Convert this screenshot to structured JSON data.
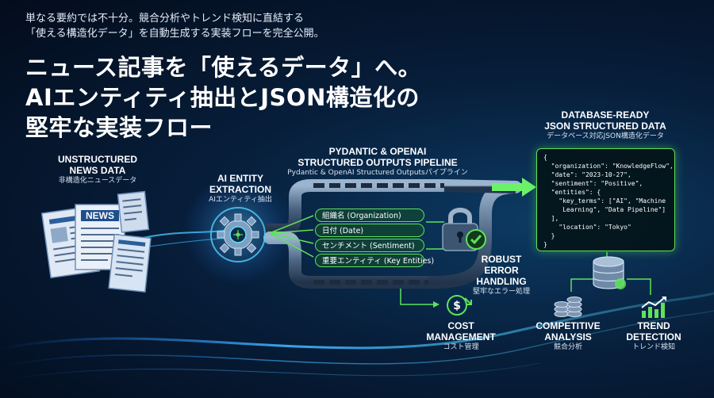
{
  "header": {
    "subtitle_line1": "単なる要約では不十分。競合分析やトレンド検知に直結する",
    "subtitle_line2": "「使える構造化データ」を自動生成する実装フローを完全公開。",
    "title_line1": "ニュース記事を「使えるデータ」へ。",
    "title_line2": "AIエンティティ抽出とJSON構造化の",
    "title_line3": "堅牢な実装フロー"
  },
  "stages": {
    "unstructured": {
      "en_line1": "UNSTRUCTURED",
      "en_line2": "NEWS DATA",
      "jp": "非構造化ニュースデータ",
      "paper_label": "NEWS"
    },
    "extraction": {
      "en_line1": "AI ENTITY",
      "en_line2": "EXTRACTION",
      "jp": "AIエンティティ抽出"
    },
    "pipeline": {
      "en_line1": "PYDANTIC & OPENAI",
      "en_line2": "STRUCTURED OUTPUTS PIPELINE",
      "jp": "Pydantic & OpenAI Structured Outputsパイプライン"
    },
    "output": {
      "en_line1": "DATABASE-READY",
      "en_line2": "JSON STRUCTURED DATA",
      "jp": "データベース対応JSON構造化データ"
    },
    "error": {
      "en_line1": "ROBUST",
      "en_line2": "ERROR",
      "en_line3": "HANDLING",
      "jp": "堅牢なエラー処理"
    },
    "cost": {
      "en_line1": "COST",
      "en_line2": "MANAGEMENT",
      "jp": "コスト管理"
    },
    "competitive": {
      "en_line1": "COMPETITIVE",
      "en_line2": "ANALYSIS",
      "jp": "競合分析"
    },
    "trend": {
      "en_line1": "TREND",
      "en_line2": "DETECTION",
      "jp": "トレンド検知"
    }
  },
  "entity_tags": [
    "組織名 (Organization)",
    "日付 (Date)",
    "センチメント (Sentiment)",
    "重要エンティティ (Key Entities)"
  ],
  "json_output": {
    "lines": [
      "{",
      "  \"organization\": \"KnowledgeFlow\",",
      "  \"date\": \"2023-10-27\",",
      "  \"sentiment\": \"Positive\",",
      "  \"entities\": {",
      "    \"key_terms\": [\"AI\", \"Machine",
      "     Learning\", \"Data Pipeline\"]",
      "  ],",
      "    \"location\": \"Tokyo\"",
      "  }",
      "}"
    ]
  },
  "colors": {
    "accent_green": "#5ee25b",
    "accent_blue": "#3aa8ff",
    "background": "#071e3a"
  },
  "icons": [
    "news-paper-icon",
    "gear-circuit-icon",
    "pipeline-icon",
    "padlock-check-icon",
    "database-icon",
    "coin-cost-icon",
    "coin-stack-icon",
    "trend-chart-icon"
  ]
}
